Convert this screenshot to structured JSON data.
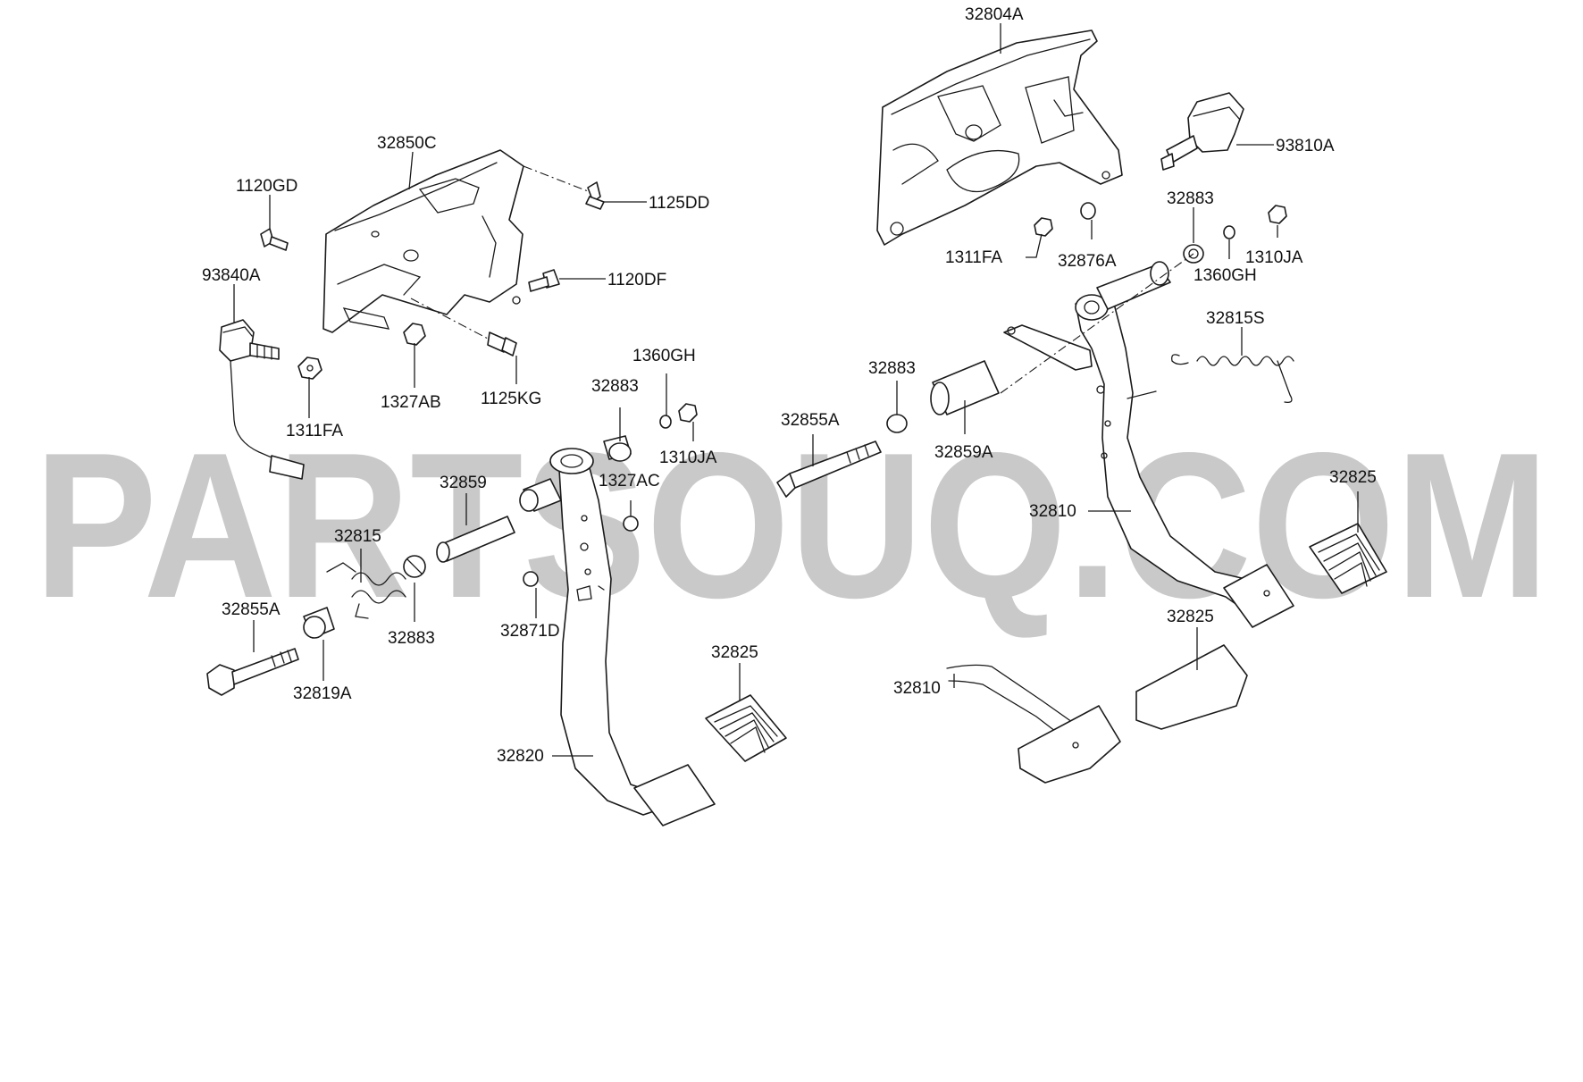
{
  "watermark": "PARTSOUQ.COM",
  "labels": [
    {
      "id": "l-32804a",
      "text": "32804A"
    },
    {
      "id": "l-93810a",
      "text": "93810A"
    },
    {
      "id": "l-32850c",
      "text": "32850C"
    },
    {
      "id": "l-1120gd",
      "text": "1120GD"
    },
    {
      "id": "l-1125dd",
      "text": "1125DD"
    },
    {
      "id": "l-32883-a",
      "text": "32883"
    },
    {
      "id": "l-1311fa-a",
      "text": "1311FA"
    },
    {
      "id": "l-32876a",
      "text": "32876A"
    },
    {
      "id": "l-1310ja-a",
      "text": "1310JA"
    },
    {
      "id": "l-1360gh-a",
      "text": "1360GH"
    },
    {
      "id": "l-93840a",
      "text": "93840A"
    },
    {
      "id": "l-1120df",
      "text": "1120DF"
    },
    {
      "id": "l-32815s",
      "text": "32815S"
    },
    {
      "id": "l-1360gh-b",
      "text": "1360GH"
    },
    {
      "id": "l-32883-b",
      "text": "32883"
    },
    {
      "id": "l-1327ab",
      "text": "1327AB"
    },
    {
      "id": "l-1125kg",
      "text": "1125KG"
    },
    {
      "id": "l-32883-c",
      "text": "32883"
    },
    {
      "id": "l-1311fa-b",
      "text": "1311FA"
    },
    {
      "id": "l-32855a-a",
      "text": "32855A"
    },
    {
      "id": "l-1310ja-b",
      "text": "1310JA"
    },
    {
      "id": "l-32859a",
      "text": "32859A"
    },
    {
      "id": "l-1327ac",
      "text": "1327AC"
    },
    {
      "id": "l-32859",
      "text": "32859"
    },
    {
      "id": "l-32825-a",
      "text": "32825"
    },
    {
      "id": "l-32810-a",
      "text": "32810"
    },
    {
      "id": "l-32815",
      "text": "32815"
    },
    {
      "id": "l-32855a-b",
      "text": "32855A"
    },
    {
      "id": "l-32883-d",
      "text": "32883"
    },
    {
      "id": "l-32871d",
      "text": "32871D"
    },
    {
      "id": "l-32825-b",
      "text": "32825"
    },
    {
      "id": "l-32825-c",
      "text": "32825"
    },
    {
      "id": "l-32819a",
      "text": "32819A"
    },
    {
      "id": "l-32810-b",
      "text": "32810"
    },
    {
      "id": "l-32820",
      "text": "32820"
    }
  ]
}
